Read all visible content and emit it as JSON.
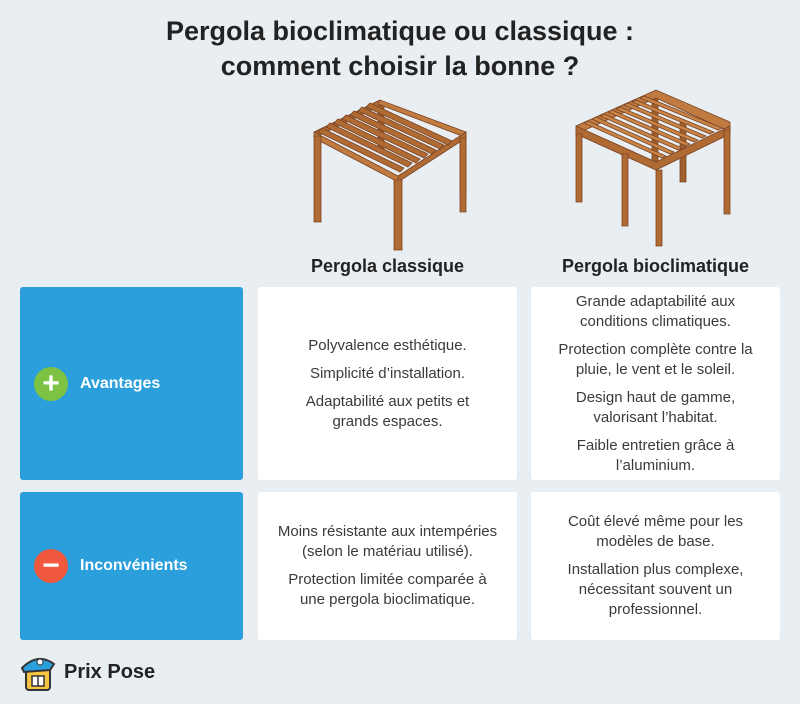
{
  "title_line1": "Pergola bioclimatique ou classique :",
  "title_line2": "comment choisir la bonne ?",
  "columns": {
    "classic": "Pergola classique",
    "bioclimatic": "Pergola bioclimatique"
  },
  "rows": [
    {
      "label": "Avantages",
      "badge": "+",
      "badge_color": "#7dc243",
      "classic": [
        "Polyvalence esthétique.",
        "Simplicité d’installation.",
        "Adaptabilité aux petits et grands espaces."
      ],
      "bioclimatic": [
        "Grande adaptabilité aux conditions climatiques.",
        "Protection complète contre la pluie, le vent et le soleil.",
        "Design haut de gamme, valorisant l’habitat.",
        "Faible entretien grâce à l’aluminium."
      ]
    },
    {
      "label": "Inconvénients",
      "badge": "−",
      "badge_color": "#f0593d",
      "classic": [
        "Moins résistante aux intempéries (selon le matériau utilisé).",
        "Protection limitée comparée à une pergola bioclimatique."
      ],
      "bioclimatic": [
        "Coût élevé même pour les modèles de base.",
        "Installation plus complexe, nécessitant souvent un professionnel."
      ]
    }
  ],
  "brand": "Prix Pose",
  "colors": {
    "row_label_bg": "#2b9fdc",
    "wood": "#b06a33",
    "background": "#e9eef3"
  }
}
